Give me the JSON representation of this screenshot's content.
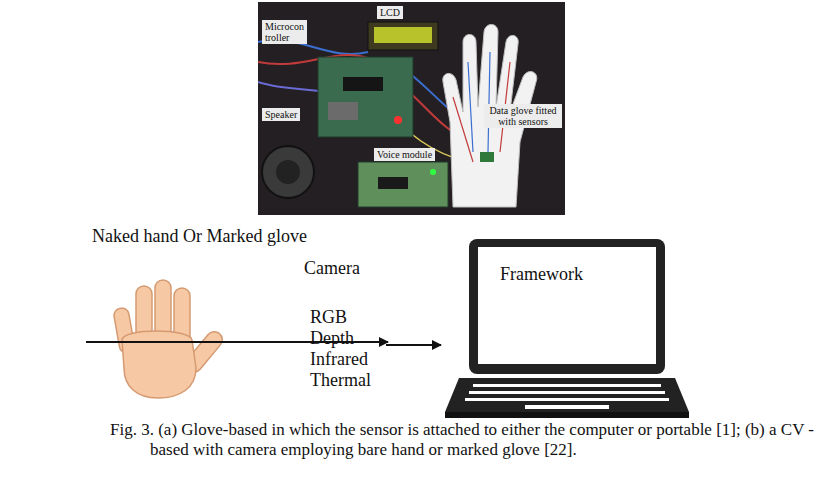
{
  "diagram": {
    "caption": "Fig. 3. (a) Glove-based in which the sensor is attached to either the computer or portable [1]; (b) a CV -based with camera employing bare hand or marked glove [22].",
    "nodes": [
      {
        "text": [
          "Naked hand Or Marked glove"
        ]
      },
      {
        "text": [
          "Camera",
          "RGB Depth Infrared Thermal"
        ]
      },
      {
        "text": [
          "Framework"
        ]
      }
    ],
    "edges": [
      {
        "from": 0,
        "to": 1,
        "arrow": "to"
      },
      {
        "from": 1,
        "to": 2,
        "arrow": "to"
      }
    ],
    "labels": [
      "LCD",
      "Microcon troller",
      "Speaker",
      "Voice module",
      "Data glove fitted with sensors"
    ]
  }
}
